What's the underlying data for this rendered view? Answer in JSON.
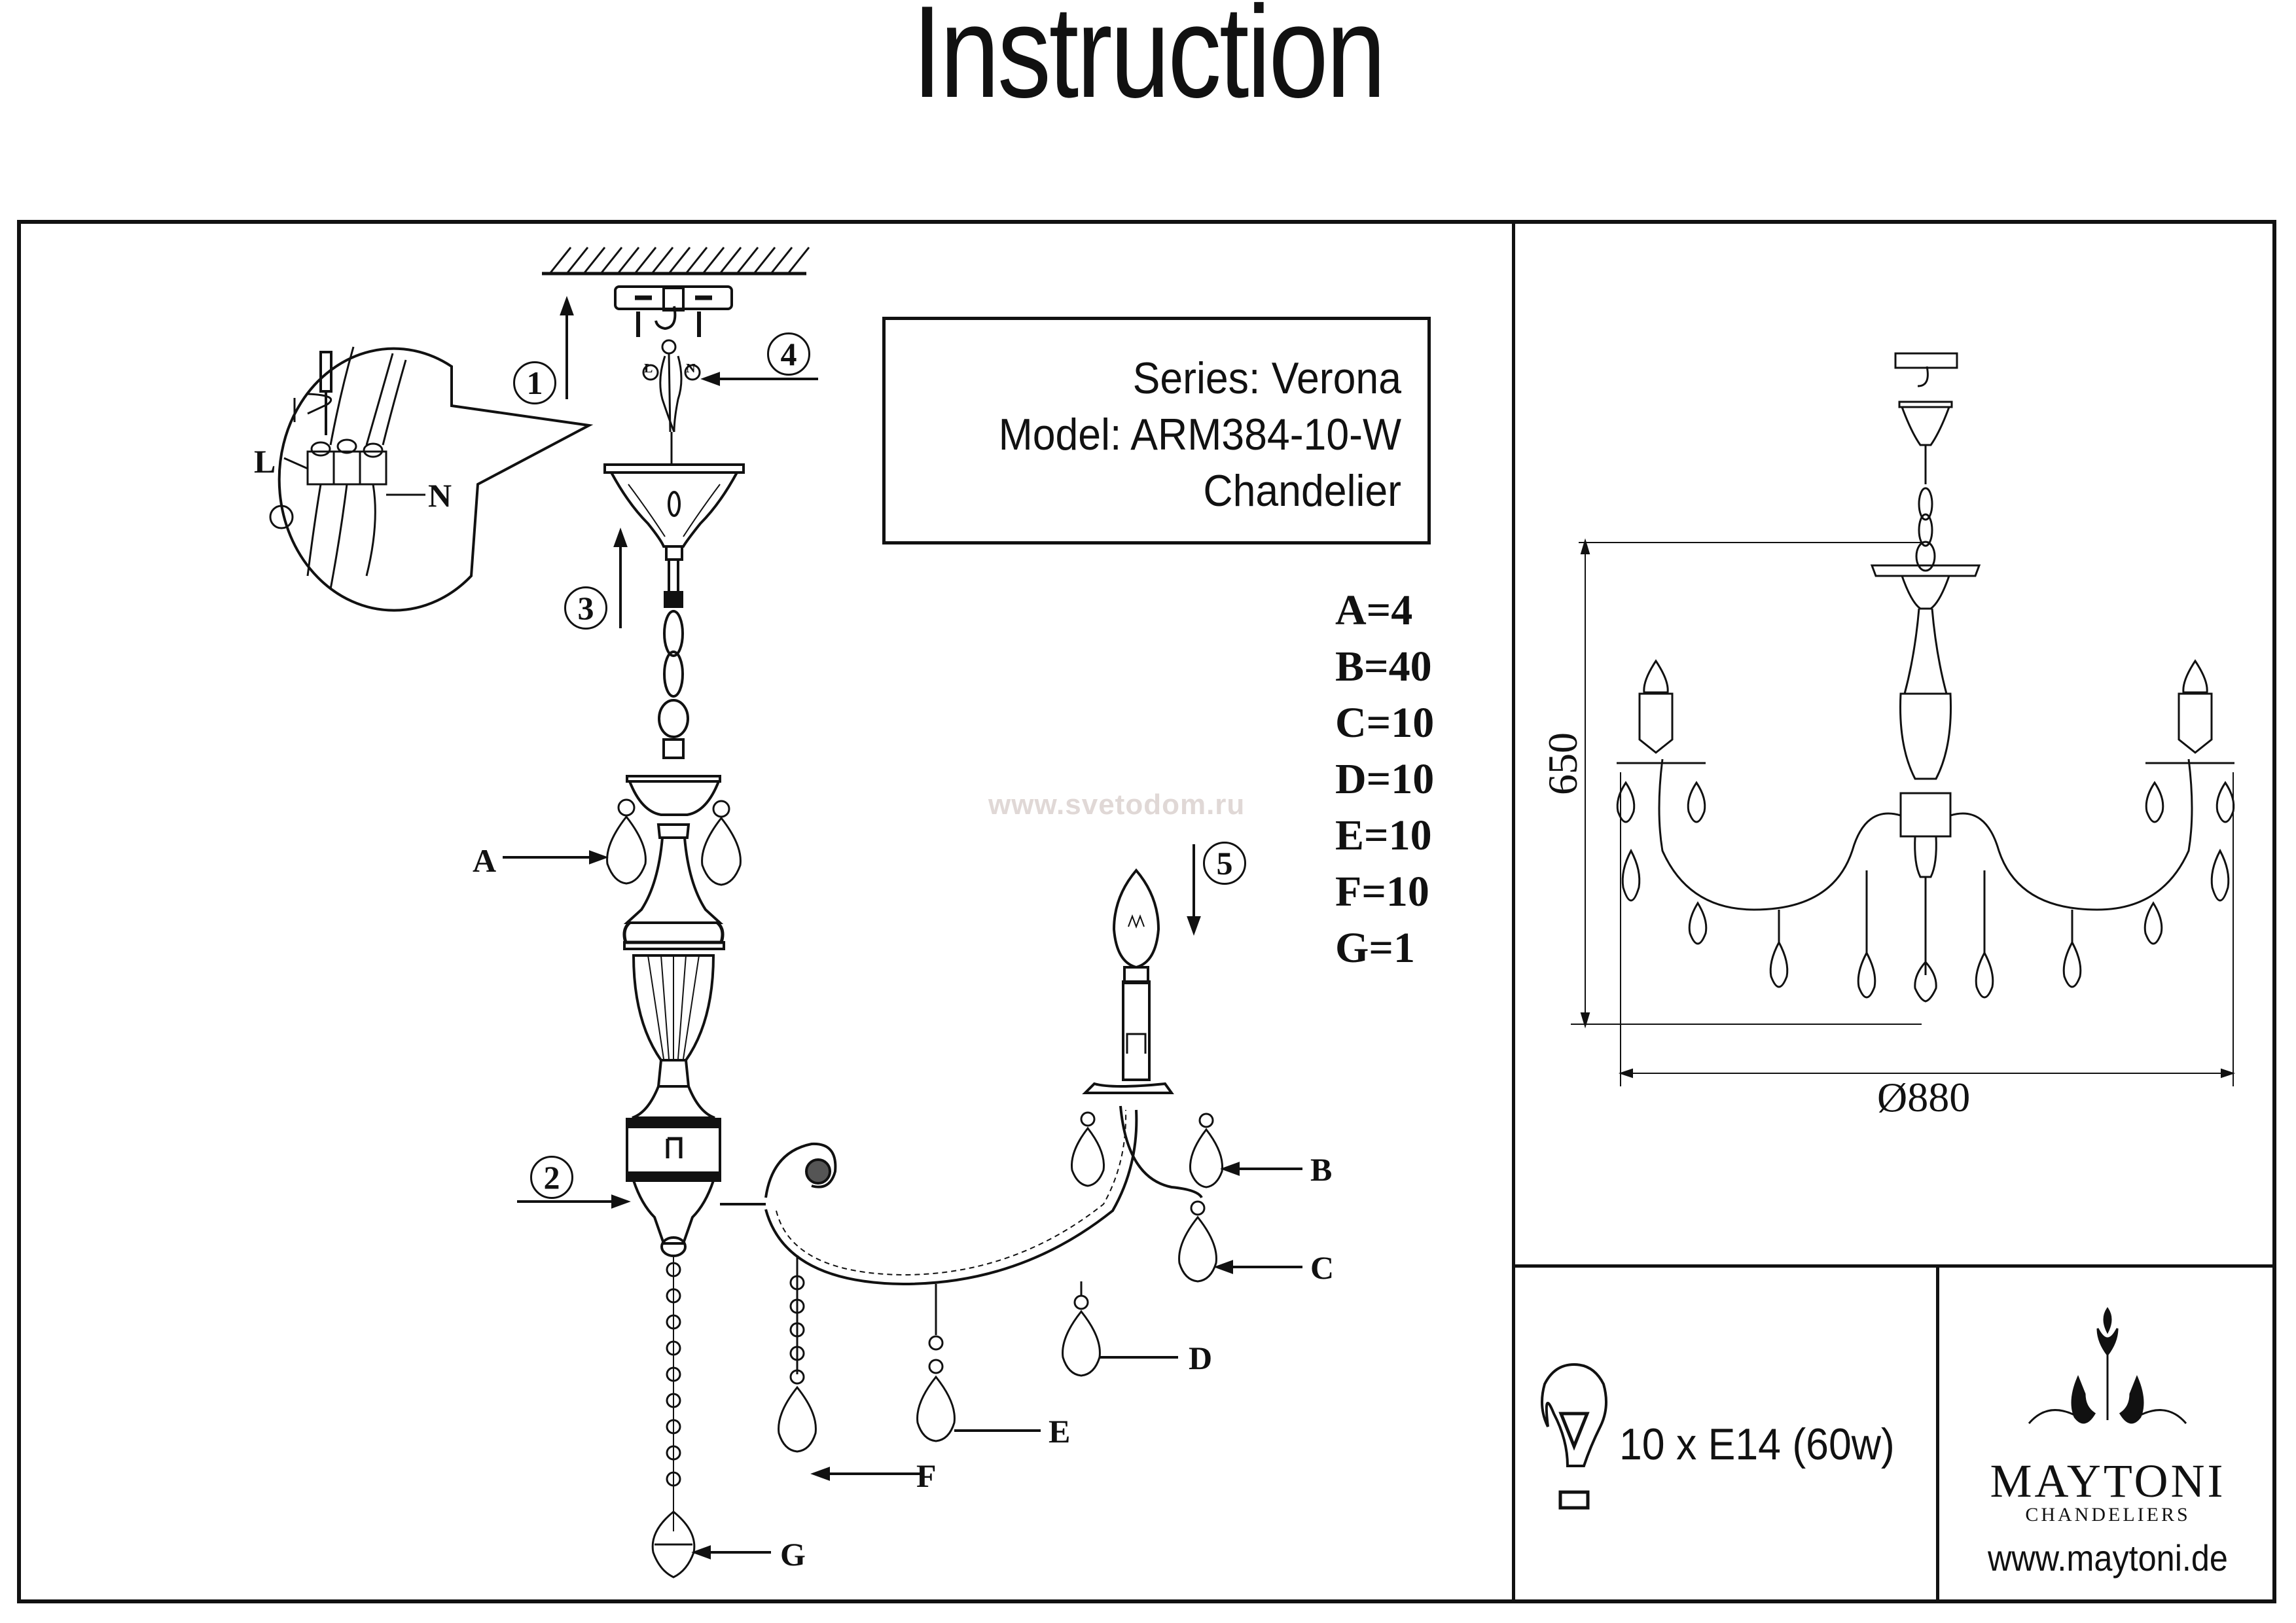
{
  "page": {
    "title": "Instruction",
    "watermark": "www.svetodom.ru"
  },
  "product": {
    "series_line": "Series: Verona",
    "model_line": "Model: ARM384-10-W",
    "type_line": "Chandelier"
  },
  "parts_list": [
    {
      "label": "A=4"
    },
    {
      "label": "B=40"
    },
    {
      "label": "C=10"
    },
    {
      "label": "D=10"
    },
    {
      "label": "E=10"
    },
    {
      "label": "F=10"
    },
    {
      "label": "G=1"
    }
  ],
  "part_callouts": {
    "a": "A",
    "b": "B",
    "c": "C",
    "d": "D",
    "e": "E",
    "f": "F",
    "g": "G"
  },
  "steps": {
    "s1": "1",
    "s2": "2",
    "s3": "3",
    "s4": "4",
    "s5": "5"
  },
  "wiring": {
    "live": "L",
    "neutral": "N",
    "live_small": "L",
    "neutral_small": "N"
  },
  "dimensions": {
    "height": "650",
    "diameter": "Ø880"
  },
  "bulb": {
    "spec": "10 x E14 (60w)",
    "icon": "light-bulb-icon"
  },
  "brand": {
    "name": "MAYTONI",
    "subtitle": "CHANDELIERS",
    "url": "www.maytoni.de",
    "logo_icon": "chandelier-logo-icon"
  }
}
